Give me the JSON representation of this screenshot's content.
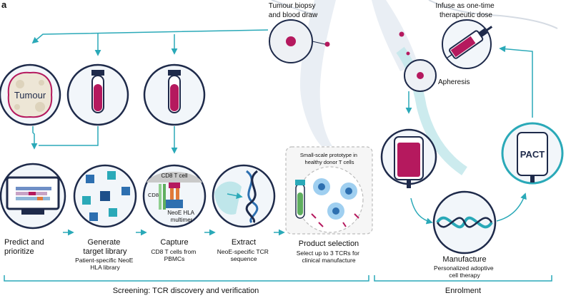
{
  "panel_label": "a",
  "colors": {
    "teal": "#2aa9b8",
    "navy": "#1e2a4a",
    "magenta": "#b5195e",
    "light_teal": "#bfe6ea",
    "grey_dash": "#bcbcbc"
  },
  "top": {
    "biopsy": "Tumour biopsy\nand blood draw",
    "infuse": "Infuse as one-time\ntherapeutic dose",
    "apheresis": "Apheresis"
  },
  "circles": {
    "tumour": "Tumour",
    "cd8_tcell": "CD8 T cell",
    "cd8": "CD8",
    "neoe_multimer": "NeoE HLA\nmultimer",
    "pact": "PACT",
    "small_scale": "Small-scale prototype in\nhealthy donor T cells"
  },
  "steps": {
    "predict": {
      "title": "Predict and\nprioritize",
      "detail": ""
    },
    "generate": {
      "title": "Generate\ntarget library",
      "detail": "Patient-specific NeoE\nHLA library"
    },
    "capture": {
      "title": "Capture",
      "detail": "CD8 T cells from\nPBMCs"
    },
    "extract": {
      "title": "Extract",
      "detail": "NeoE-specific TCR\nsequence"
    },
    "product": {
      "title": "Product selection",
      "detail": "Select up to 3 TCRs for\nclinical manufacture"
    },
    "manufacture": {
      "title": "Manufacture",
      "detail": "Personalized adoptive\ncell therapy"
    }
  },
  "brackets": {
    "screening": "Screening: TCR discovery and verification",
    "enrolment": "Enrolment"
  }
}
